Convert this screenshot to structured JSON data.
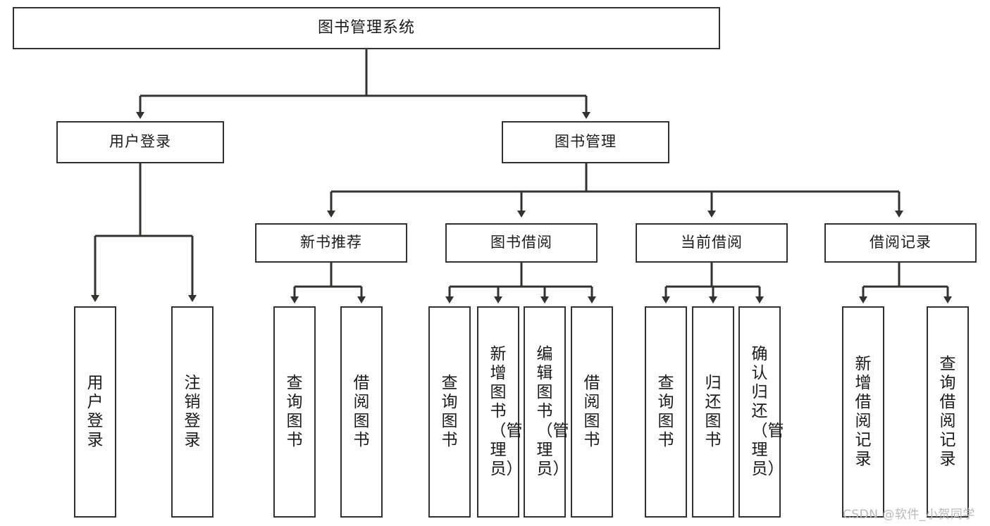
{
  "diagram": {
    "type": "tree-hierarchy",
    "title": "图书管理系统",
    "root": {
      "label": "图书管理系统"
    },
    "level1": [
      {
        "label": "用户登录"
      },
      {
        "label": "图书管理"
      }
    ],
    "level2": [
      {
        "label": "新书推荐"
      },
      {
        "label": "图书借阅"
      },
      {
        "label": "当前借阅"
      },
      {
        "label": "借阅记录"
      }
    ],
    "leaves": {
      "user_login": [
        {
          "label": "用户登录"
        },
        {
          "label": "注销登录"
        }
      ],
      "new_book_recommend": [
        {
          "label": "查询图书"
        },
        {
          "label": "借阅图书"
        }
      ],
      "book_borrow": [
        {
          "label": "查询图书"
        },
        {
          "label": "新增图书（管理员）"
        },
        {
          "label": "编辑图书（管理员）"
        },
        {
          "label": "借阅图书"
        }
      ],
      "current_borrow": [
        {
          "label": "查询图书"
        },
        {
          "label": "归还图书"
        },
        {
          "label": "确认归还（管理员）"
        }
      ],
      "borrow_record": [
        {
          "label": "新增借阅记录"
        },
        {
          "label": "查询借阅记录"
        }
      ]
    }
  },
  "watermark": {
    "text": "CSDN @软件_小贺同学"
  },
  "colors": {
    "stroke": "#33322f",
    "text": "#1b1b1b",
    "background": "#ffffff",
    "watermark": "#b9b9b9"
  }
}
